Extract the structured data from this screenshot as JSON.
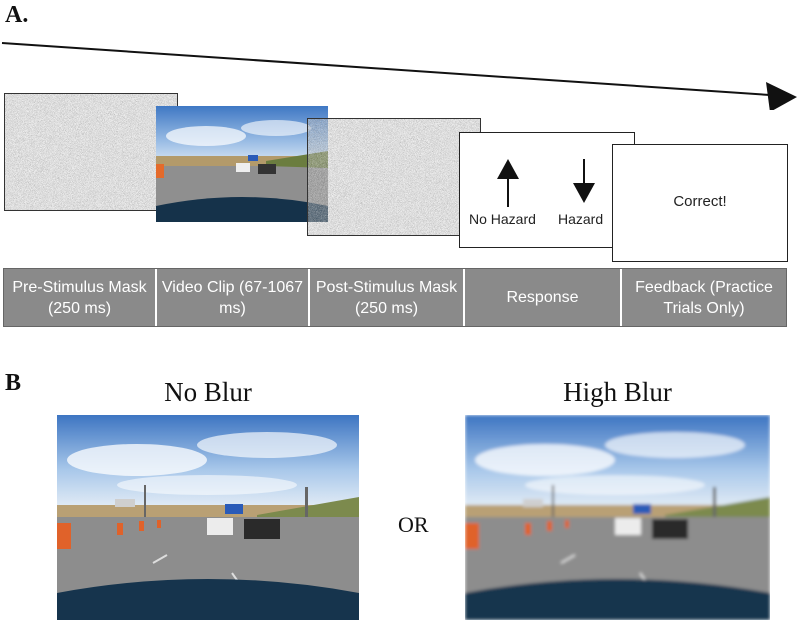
{
  "panel_a": {
    "letter": "A."
  },
  "panel_b": {
    "letter": "B"
  },
  "timeline_steps": [
    {
      "id": "pre-mask",
      "label": "Pre-Stimulus Mask (250 ms)"
    },
    {
      "id": "video",
      "label": "Video Clip (67-1067 ms)"
    },
    {
      "id": "post-mask",
      "label": "Post-Stimulus Mask (250 ms)"
    },
    {
      "id": "response",
      "label": "Response"
    },
    {
      "id": "feedback",
      "label": "Feedback (Practice Trials Only)"
    }
  ],
  "response_frame": {
    "left_label": "No Hazard",
    "right_label": "Hazard"
  },
  "feedback_frame": {
    "text": "Correct!"
  },
  "conditions": {
    "left_title": "No Blur",
    "or_text": "OR",
    "right_title": "High Blur"
  },
  "colors": {
    "label_bar": "#8a8a8a",
    "arrow": "#111111",
    "sky": "#6f9fd4",
    "road": "#8d8d8d"
  }
}
